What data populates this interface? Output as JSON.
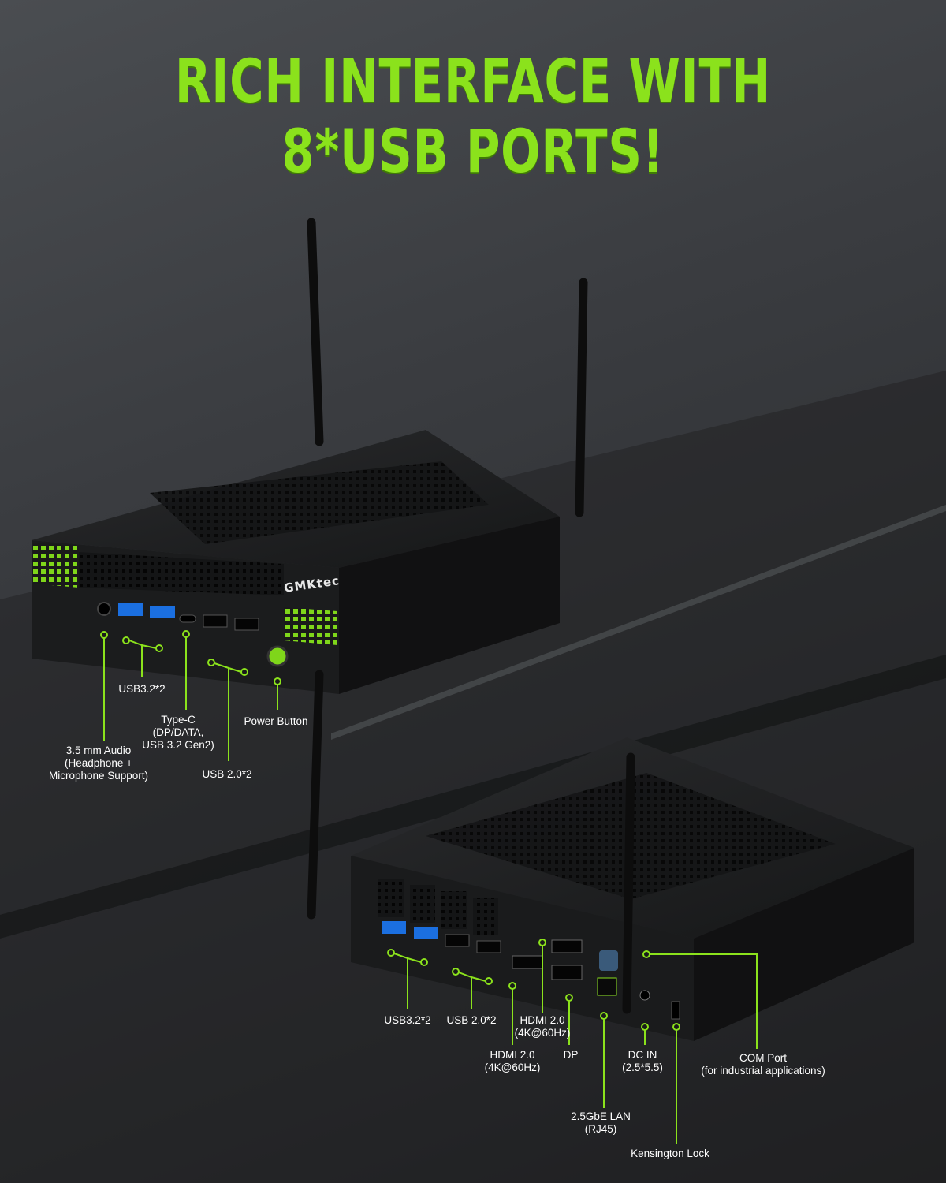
{
  "headline": "RICH INTERFACE WITH 8*USB PORTS!",
  "brand_logo": "GMKtec",
  "accent_color": "#8be21c",
  "front_panel": {
    "usb32_label": "USB3.2*2",
    "typec_label": "Type-C\n(DP/DATA,\nUSB 3.2 Gen2)",
    "power_label": "Power Button",
    "audio_label": "3.5 mm Audio\n(Headphone +\nMicrophone Support)",
    "usb20_label": "USB 2.0*2"
  },
  "rear_panel": {
    "usb32_label": "USB3.2*2",
    "usb20_label": "USB 2.0*2",
    "hdmi_upper_label": "HDMI 2.0\n(4K@60Hz)",
    "hdmi_lower_label": "HDMI 2.0\n(4K@60Hz)",
    "dp_label": "DP",
    "dcin_label": "DC IN\n(2.5*5.5)",
    "com_label": "COM Port\n(for industrial applications)",
    "lan_label": "2.5GbE LAN\n(RJ45)",
    "kensington_label": "Kensington Lock"
  }
}
